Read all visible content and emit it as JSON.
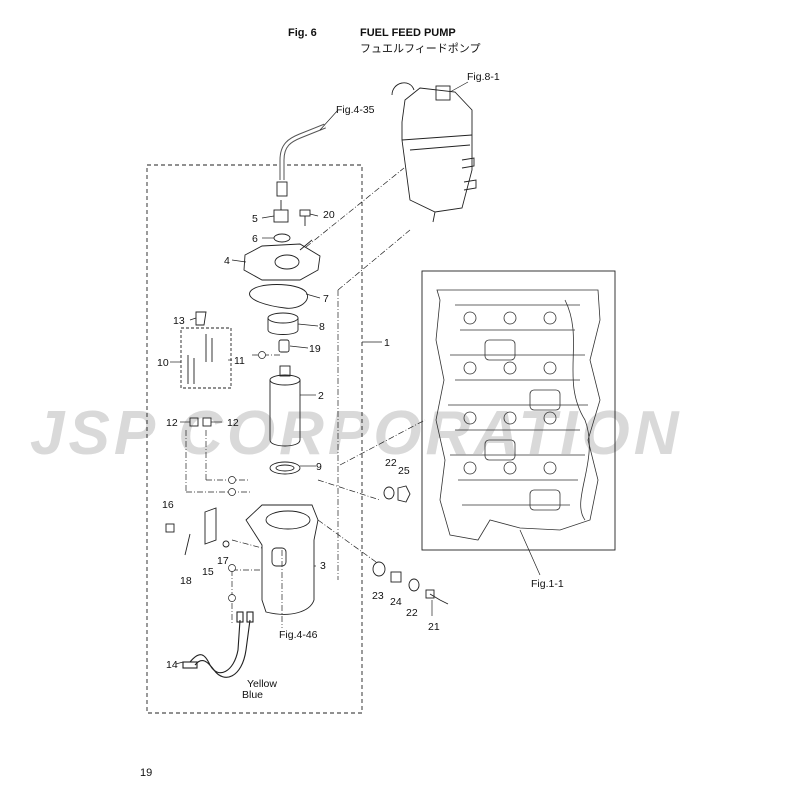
{
  "header": {
    "fig_number": "Fig. 6",
    "title": "FUEL FEED PUMP",
    "title_jp": "フュエルフィードポンプ"
  },
  "watermark": "JSP CORPORATION",
  "references": {
    "fig_8_1": "Fig.8-1",
    "fig_4_35": "Fig.4-35",
    "fig_1_1": "Fig.1-1",
    "fig_4_46": "Fig.4-46"
  },
  "callouts": {
    "p1": "1",
    "p2": "2",
    "p3": "3",
    "p4": "4",
    "p5": "5",
    "p6": "6",
    "p7": "7",
    "p8": "8",
    "p9": "9",
    "p10": "10",
    "p11": "11",
    "p12a": "12",
    "p12b": "12",
    "p13": "13",
    "p14": "14",
    "p15": "15",
    "p16": "16",
    "p17": "17",
    "p18": "18",
    "p19": "19",
    "p20": "20",
    "p21": "21",
    "p22a": "22",
    "p22b": "22",
    "p23": "23",
    "p24": "24",
    "p25": "25"
  },
  "wire_colors": {
    "yellow": "Yellow",
    "blue": "Blue"
  },
  "page_number": "19"
}
